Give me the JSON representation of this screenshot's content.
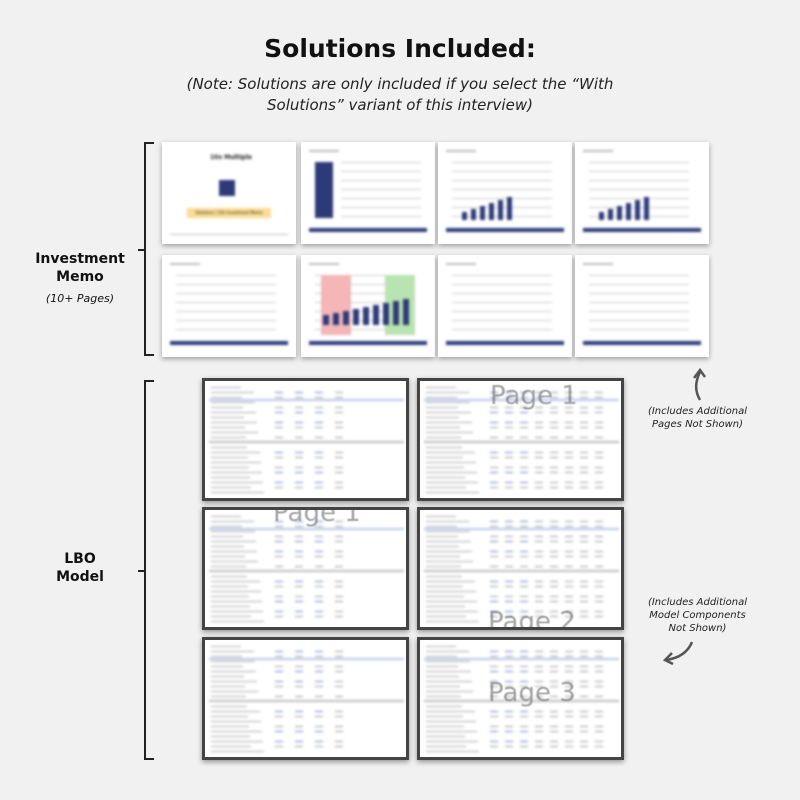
{
  "title": "Solutions Included:",
  "note": "(Note: Solutions are only included if you select the “With Solutions” variant of this interview)",
  "memo": {
    "label": "Investment Memo",
    "sublabel": "(10+ Pages)",
    "cover_brand": "10x Multiple",
    "cover_banner": "Solutions | 10x Investment Memo",
    "annotation": "(Includes Additional Pages Not Shown)"
  },
  "lbo": {
    "label": "LBO Model",
    "annotation": "(Includes Additional Model Components Not Shown)",
    "watermarks": {
      "p1a": "Page 1",
      "p1b": "Page 1",
      "p2": "Page 2",
      "p3": "Page 3"
    }
  }
}
